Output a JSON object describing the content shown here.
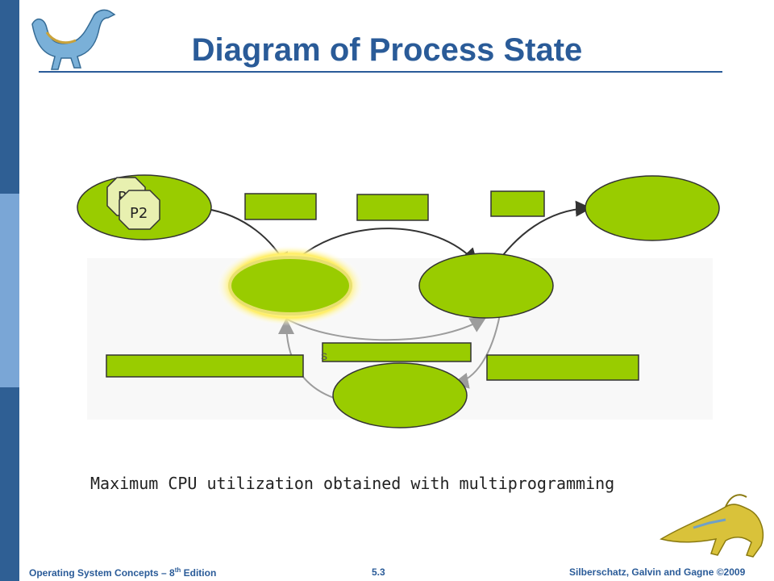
{
  "slide": {
    "title": "Diagram of Process State",
    "caption": "Maximum CPU utilization obtained with multiprogramming"
  },
  "diagram": {
    "process_labels": [
      "P1",
      "P2"
    ],
    "partial_label": "s"
  },
  "footer": {
    "course_pre": "Operating System Concepts  – 8",
    "course_sup": "th",
    "course_post": " Edition",
    "page": "5.3",
    "copyright": "Silberschatz, Galvin and Gagne ©2009"
  },
  "colors": {
    "sidebar": "#2f5f94",
    "title": "#2a5b98",
    "node_fill": "#99cc00",
    "process_fill": "#e8f0b0",
    "arrow": "#333333"
  },
  "icons": [
    "dinosaur-logo-icon",
    "dinosaur-corner-icon"
  ]
}
